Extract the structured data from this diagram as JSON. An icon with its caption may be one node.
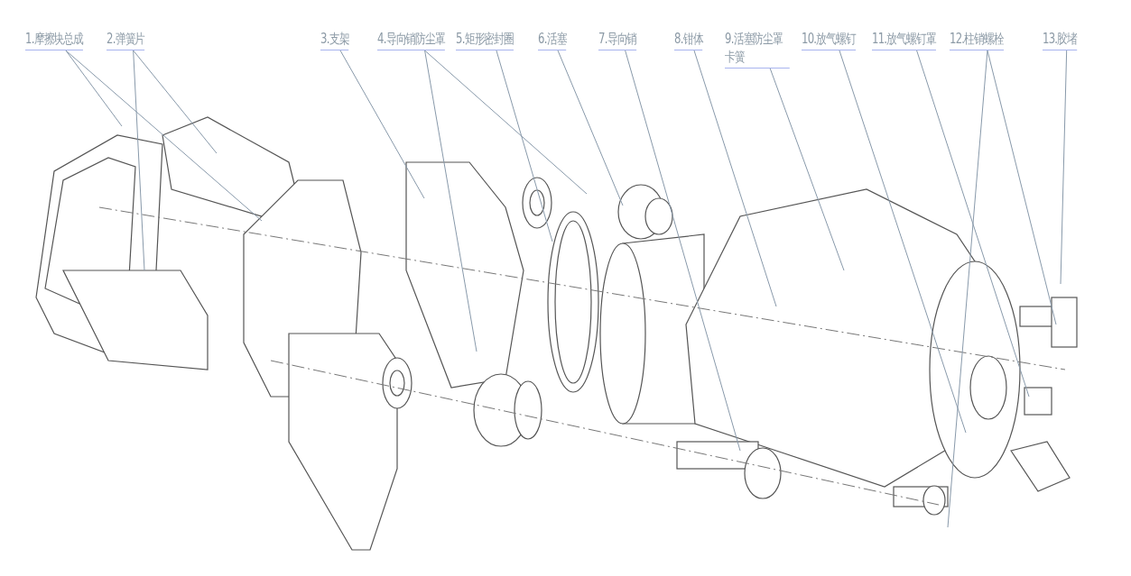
{
  "diagram": {
    "nodes": [
      {
        "text": [
          "1.摩擦块总成"
        ]
      },
      {
        "text": [
          "2.弹簧片"
        ]
      },
      {
        "text": [
          "3.支架"
        ]
      },
      {
        "text": [
          "4.导向销防尘罩"
        ]
      },
      {
        "text": [
          "5.矩形密封圈"
        ]
      },
      {
        "text": [
          "6.活塞"
        ]
      },
      {
        "text": [
          "7.导向销"
        ]
      },
      {
        "text": [
          "8.钳体"
        ]
      },
      {
        "text": [
          "9.活塞防尘罩卡簧"
        ]
      },
      {
        "text": [
          "10.放气螺钉"
        ]
      },
      {
        "text": [
          "11.放气螺钉罩"
        ]
      },
      {
        "text": [
          "12.柱销螺栓"
        ]
      },
      {
        "text": [
          "13.胶堵"
        ]
      }
    ],
    "edges": [
      {
        "from": 0,
        "to": null,
        "arrow": "none"
      },
      {
        "from": 0,
        "to": null,
        "arrow": "none"
      },
      {
        "from": 1,
        "to": null,
        "arrow": "none"
      },
      {
        "from": 1,
        "to": null,
        "arrow": "none"
      },
      {
        "from": 2,
        "to": null,
        "arrow": "none"
      },
      {
        "from": 3,
        "to": null,
        "arrow": "none"
      },
      {
        "from": 3,
        "to": null,
        "arrow": "none"
      },
      {
        "from": 4,
        "to": null,
        "arrow": "none"
      },
      {
        "from": 5,
        "to": null,
        "arrow": "none"
      },
      {
        "from": 6,
        "to": null,
        "arrow": "none"
      },
      {
        "from": 7,
        "to": null,
        "arrow": "none"
      },
      {
        "from": 8,
        "to": null,
        "arrow": "none"
      },
      {
        "from": 9,
        "to": null,
        "arrow": "none"
      },
      {
        "from": 10,
        "to": null,
        "arrow": "none"
      },
      {
        "from": 11,
        "to": null,
        "arrow": "none"
      },
      {
        "from": 11,
        "to": null,
        "arrow": "none"
      },
      {
        "from": 12,
        "to": null,
        "arrow": "none"
      }
    ]
  }
}
